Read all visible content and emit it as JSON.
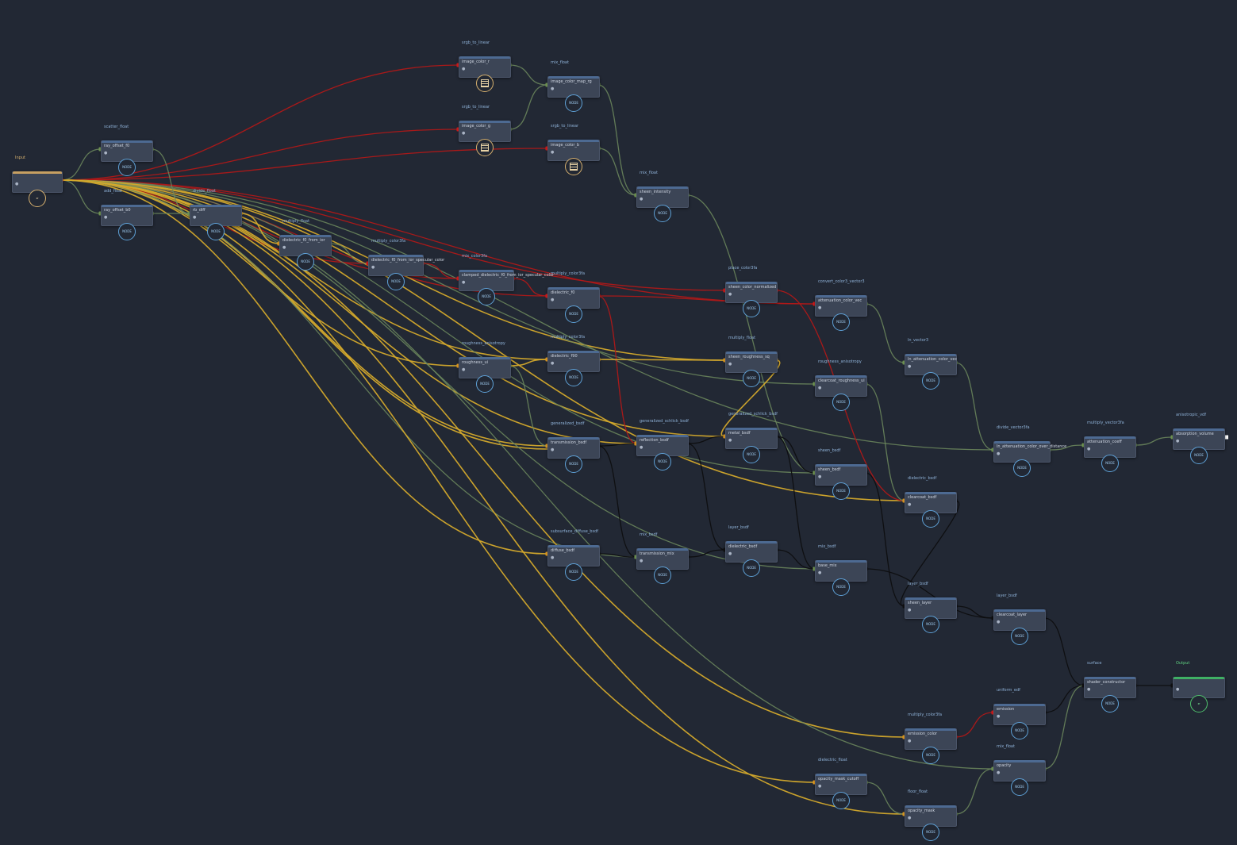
{
  "colors": {
    "background": "#222834",
    "node_body": "#3c4556",
    "node_bar": "#4d6a92",
    "wire_float": "#d4a92c",
    "wire_color": "#b01818",
    "wire_vector": "#6d8a5e",
    "wire_shader": "#0e0e10",
    "port_float": "#f0a424",
    "port_color": "#e01c1c",
    "port_vector": "#7aa25a",
    "port_shader": "#101012"
  },
  "nodes": [
    {
      "id": "input",
      "title": "Input",
      "sub": "",
      "dot": "●",
      "badge": "◂·",
      "kind": "input"
    },
    {
      "id": "n1",
      "title": "scatter_float",
      "sub": "ray_offset_f0",
      "dot": "●",
      "badge": "NODE",
      "kind": "node"
    },
    {
      "id": "n2",
      "title": "add_float",
      "sub": "ray_offset_b0",
      "dot": "●",
      "badge": "NODE",
      "kind": "node"
    },
    {
      "id": "t1",
      "title": "srgb_to_linear",
      "sub": "image_color_r",
      "dot": "●",
      "badge": "",
      "kind": "texture"
    },
    {
      "id": "t2",
      "title": "srgb_to_linear",
      "sub": "image_color_g",
      "dot": "●",
      "badge": "",
      "kind": "texture"
    },
    {
      "id": "m1",
      "title": "mix_float",
      "sub": "image_color_map_rg",
      "dot": "●",
      "badge": "NODE",
      "kind": "node"
    },
    {
      "id": "t3",
      "title": "srgb_to_linear",
      "sub": "image_color_b",
      "dot": "●",
      "badge": "",
      "kind": "texture"
    },
    {
      "id": "n3",
      "title": "divide_float",
      "sub": "rb_diff",
      "dot": "●",
      "badge": "NODE",
      "kind": "node"
    },
    {
      "id": "n4",
      "title": "multiply_float",
      "sub": "dielectric_f0_from_ior",
      "dot": "●",
      "badge": "NODE",
      "kind": "node"
    },
    {
      "id": "n5",
      "title": "multiply_color3fa",
      "sub": "dielectric_f0_from_ior_specular_color",
      "dot": "●",
      "badge": "NODE",
      "kind": "node"
    },
    {
      "id": "n6",
      "title": "mix_color3fa",
      "sub": "clamped_dielectric_f0_from_ior_specular_color",
      "dot": "●",
      "badge": "NODE",
      "kind": "node"
    },
    {
      "id": "n7",
      "title": "mix_float",
      "sub": "sheen_intensity",
      "dot": "●",
      "badge": "NODE",
      "kind": "node"
    },
    {
      "id": "n8",
      "title": "multiply_color3fa",
      "sub": "dielectric_f0",
      "dot": "●",
      "badge": "NODE",
      "kind": "node"
    },
    {
      "id": "n9",
      "title": "place_color3fa",
      "sub": "sheen_color_normalized",
      "dot": "●",
      "badge": "NODE",
      "kind": "node"
    },
    {
      "id": "n10",
      "title": "convert_color3_vector3",
      "sub": "attenuation_color_vec",
      "dot": "●",
      "badge": "NODE",
      "kind": "node"
    },
    {
      "id": "n11",
      "title": "roughness_anisotropy",
      "sub": "roughness_ui",
      "dot": "●",
      "badge": "NODE",
      "kind": "node"
    },
    {
      "id": "n12",
      "title": "multiply_color3fa",
      "sub": "dielectric_f90",
      "dot": "●",
      "badge": "NODE",
      "kind": "node"
    },
    {
      "id": "n13",
      "title": "multiply_float",
      "sub": "sheen_roughness_sq",
      "dot": "●",
      "badge": "NODE",
      "kind": "node"
    },
    {
      "id": "n14",
      "title": "roughness_anisotropy",
      "sub": "clearcoat_roughness_ui",
      "dot": "●",
      "badge": "NODE",
      "kind": "node"
    },
    {
      "id": "n15",
      "title": "ln_vector3",
      "sub": "ln_attenuation_color_vec",
      "dot": "●",
      "badge": "NODE",
      "kind": "node"
    },
    {
      "id": "n16",
      "title": "generalized_bsdf",
      "sub": "transmission_bsdf",
      "dot": "●",
      "badge": "NODE",
      "kind": "node"
    },
    {
      "id": "n17",
      "title": "generalized_schlick_bsdf",
      "sub": "reflection_bsdf",
      "dot": "●",
      "badge": "NODE",
      "kind": "node"
    },
    {
      "id": "n18",
      "title": "generalized_schlick_bsdf",
      "sub": "metal_bsdf",
      "dot": "●",
      "badge": "NODE",
      "kind": "node"
    },
    {
      "id": "n19",
      "title": "divide_vector3fa",
      "sub": "ln_attenuation_color_over_distance",
      "dot": "●",
      "badge": "NODE",
      "kind": "node"
    },
    {
      "id": "n20",
      "title": "multiply_vector3fa",
      "sub": "attenuation_coeff",
      "dot": "●",
      "badge": "NODE",
      "kind": "node"
    },
    {
      "id": "n21",
      "title": "anisotropic_vdf",
      "sub": "absorption_volume",
      "dot": "●",
      "badge": "NODE",
      "kind": "node"
    },
    {
      "id": "n22",
      "title": "sheen_bsdf",
      "sub": "sheen_bsdf",
      "dot": "●",
      "badge": "NODE",
      "kind": "node"
    },
    {
      "id": "n23",
      "title": "dielectric_bsdf",
      "sub": "clearcoat_bsdf",
      "dot": "●",
      "badge": "NODE",
      "kind": "node"
    },
    {
      "id": "n24",
      "title": "subsurface_diffuse_bsdf",
      "sub": "diffuse_bsdf",
      "dot": "●",
      "badge": "NODE",
      "kind": "node"
    },
    {
      "id": "n25",
      "title": "mix_bsdf",
      "sub": "transmission_mix",
      "dot": "●",
      "badge": "NODE",
      "kind": "node"
    },
    {
      "id": "n26",
      "title": "layer_bsdf",
      "sub": "dielectric_bsdf",
      "dot": "●",
      "badge": "NODE",
      "kind": "node"
    },
    {
      "id": "n27",
      "title": "mix_bsdf",
      "sub": "base_mix",
      "dot": "●",
      "badge": "NODE",
      "kind": "node"
    },
    {
      "id": "n28",
      "title": "layer_bsdf",
      "sub": "sheen_layer",
      "dot": "●",
      "badge": "NODE",
      "kind": "node"
    },
    {
      "id": "n29",
      "title": "layer_bsdf",
      "sub": "clearcoat_layer",
      "dot": "●",
      "badge": "NODE",
      "kind": "node"
    },
    {
      "id": "n30",
      "title": "surface",
      "sub": "shader_constructor",
      "dot": "●",
      "badge": "NODE",
      "kind": "node"
    },
    {
      "id": "out",
      "title": "Output",
      "sub": "",
      "dot": "●",
      "badge": "◂·",
      "kind": "output"
    },
    {
      "id": "n31",
      "title": "multiply_color3fa",
      "sub": "emission_color",
      "dot": "●",
      "badge": "NODE",
      "kind": "node"
    },
    {
      "id": "n32",
      "title": "uniform_edf",
      "sub": "emission",
      "dot": "●",
      "badge": "NODE",
      "kind": "node"
    },
    {
      "id": "n33",
      "title": "mix_float",
      "sub": "opacity",
      "dot": "●",
      "badge": "NODE",
      "kind": "node"
    },
    {
      "id": "n34",
      "title": "dielectric_float",
      "sub": "opacity_mask_cutoff",
      "dot": "●",
      "badge": "NODE",
      "kind": "node"
    },
    {
      "id": "n35",
      "title": "floor_float",
      "sub": "opacity_mask",
      "dot": "●",
      "badge": "NODE",
      "kind": "node"
    }
  ]
}
